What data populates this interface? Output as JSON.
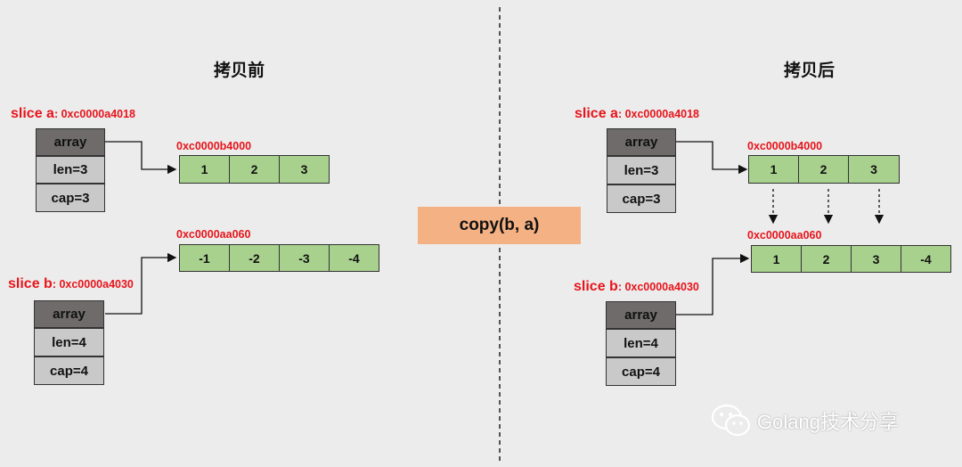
{
  "before": {
    "title": "拷贝前",
    "slice_a": {
      "name": "slice a",
      "addr": ": 0xc0000a4018",
      "fields": [
        "array",
        "len=3",
        "cap=3"
      ],
      "target_addr": "0xc0000b4000",
      "values": [
        "1",
        "2",
        "3"
      ]
    },
    "slice_b": {
      "name": "slice b",
      "addr": ": 0xc0000a4030",
      "fields": [
        "array",
        "len=4",
        "cap=4"
      ],
      "target_addr": "0xc0000aa060",
      "values": [
        "-1",
        "-2",
        "-3",
        "-4"
      ]
    }
  },
  "after": {
    "title": "拷贝后",
    "slice_a": {
      "name": "slice a",
      "addr": ": 0xc0000a4018",
      "fields": [
        "array",
        "len=3",
        "cap=3"
      ],
      "target_addr": "0xc0000b4000",
      "values": [
        "1",
        "2",
        "3"
      ]
    },
    "slice_b": {
      "name": "slice b",
      "addr": ": 0xc0000a4030",
      "fields": [
        "array",
        "len=4",
        "cap=4"
      ],
      "target_addr": "0xc0000aa060",
      "values": [
        "1",
        "2",
        "3",
        "-4"
      ]
    }
  },
  "operation": "copy(b, a)",
  "watermark": "Golang技术分享",
  "colors": {
    "address_red": "#e8141b",
    "array_green": "#a9d18e",
    "header_dark": "#6e6b6a",
    "header_light": "#c9c9c9",
    "operation_orange": "#f4b183"
  }
}
